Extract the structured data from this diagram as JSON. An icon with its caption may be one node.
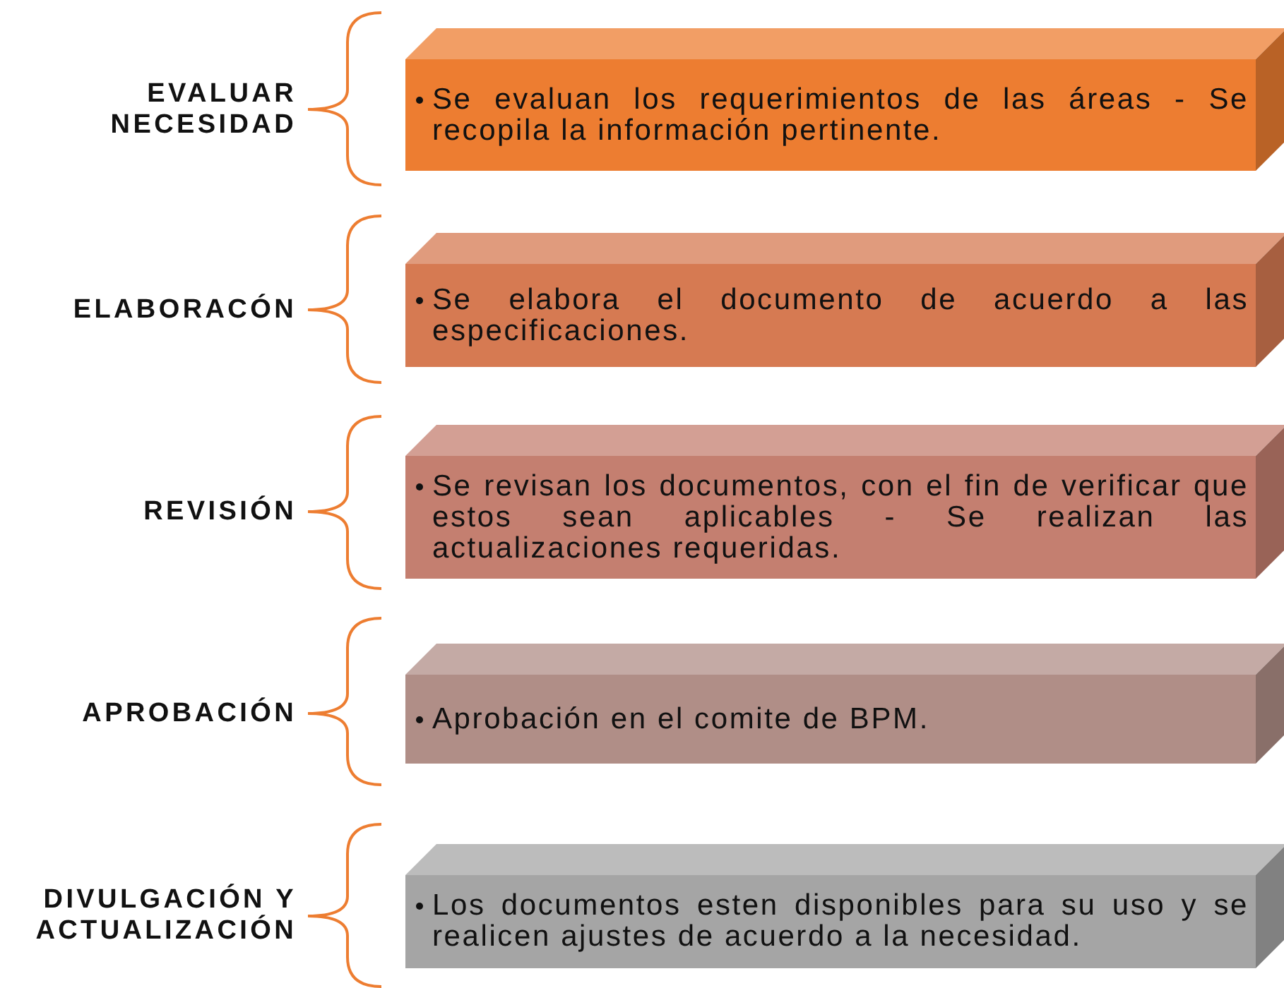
{
  "diagram": {
    "nodes": [
      {
        "text": [
          "EVALUAR NECESIDAD",
          "Se evaluan los requerimientos de las áreas - Se recopila la información pertinente."
        ]
      },
      {
        "text": [
          "ELABORACÓN",
          "Se elabora el documento de acuerdo a las especificaciones."
        ]
      },
      {
        "text": [
          "REVISIÓN",
          "Se revisan los documentos, con el fin de verificar que estos sean aplicables - Se realizan las actualizaciones requeridas."
        ]
      },
      {
        "text": [
          "APROBACIÓN",
          "Aprobación en el comite de BPM."
        ]
      },
      {
        "text": [
          "DIVULGACIÓN Y ACTUALIZACIÓN",
          "Los documentos esten disponibles para su uso y se realicen ajustes de acuerdo a la necesidad."
        ]
      }
    ]
  }
}
